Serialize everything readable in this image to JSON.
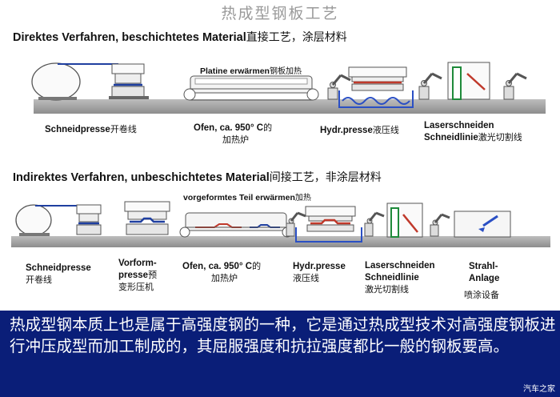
{
  "title": "热成型钢板工艺",
  "direct": {
    "heading_de": "Direktes Verfahren, beschichtetes Material",
    "heading_cn": "直接工艺，涂层材料",
    "heating_label_de": "Platine erwärmen",
    "heating_label_cn": "钢板加热",
    "stations": {
      "press_de": "Schneidpresse",
      "press_cn": "开卷线",
      "oven_de": "Ofen, ca. 950° C",
      "oven_cn1": "的",
      "oven_cn2": "加热炉",
      "hydr_de": "Hydr.presse",
      "hydr_cn": "液压线",
      "laser_de1": "Laserschneiden",
      "laser_de2": "Schneidlinie",
      "laser_cn": "激光切割线"
    }
  },
  "indirect": {
    "heading_de": "Indirektes Verfahren, unbeschichtetes Material",
    "heading_cn": "间接工艺，非涂层材料",
    "heating_label_de": "vorgeformtes Teil erwärmen",
    "heating_label_cn": "加热",
    "stations": {
      "press_de": "Schneidpresse",
      "press_cn": "开卷线",
      "vor_de1": "Vorform-",
      "vor_de2": "presse",
      "vor_cn1": "预",
      "vor_cn2": "变形压机",
      "oven_de": "Ofen, ca. 950° C",
      "oven_cn1": "的",
      "oven_cn2": "加热炉",
      "hydr_de": "Hydr.presse",
      "hydr_cn": "液压线",
      "laser_de1": "Laserschneiden",
      "laser_de2": "Schneidlinie",
      "laser_cn": "激光切割线",
      "strahl_de1": "Strahl-",
      "strahl_de2": "Anlage",
      "strahl_cn": "喷涂设备"
    }
  },
  "caption": "热成型钢本质上也是属于高强度钢的一种，它是通过热成型技术对高强度钢板进行冲压成型而加工制成的，其屈服强度和抗拉强度都比一般的钢板要高。",
  "watermark": "汽车之家",
  "colors": {
    "banner": "#0a1e78",
    "sheet_blue": "#1f3fa0",
    "sheet_red": "#c0392b",
    "cooling_blue": "#2a4fc4",
    "laser_green": "#1e8a3a"
  }
}
